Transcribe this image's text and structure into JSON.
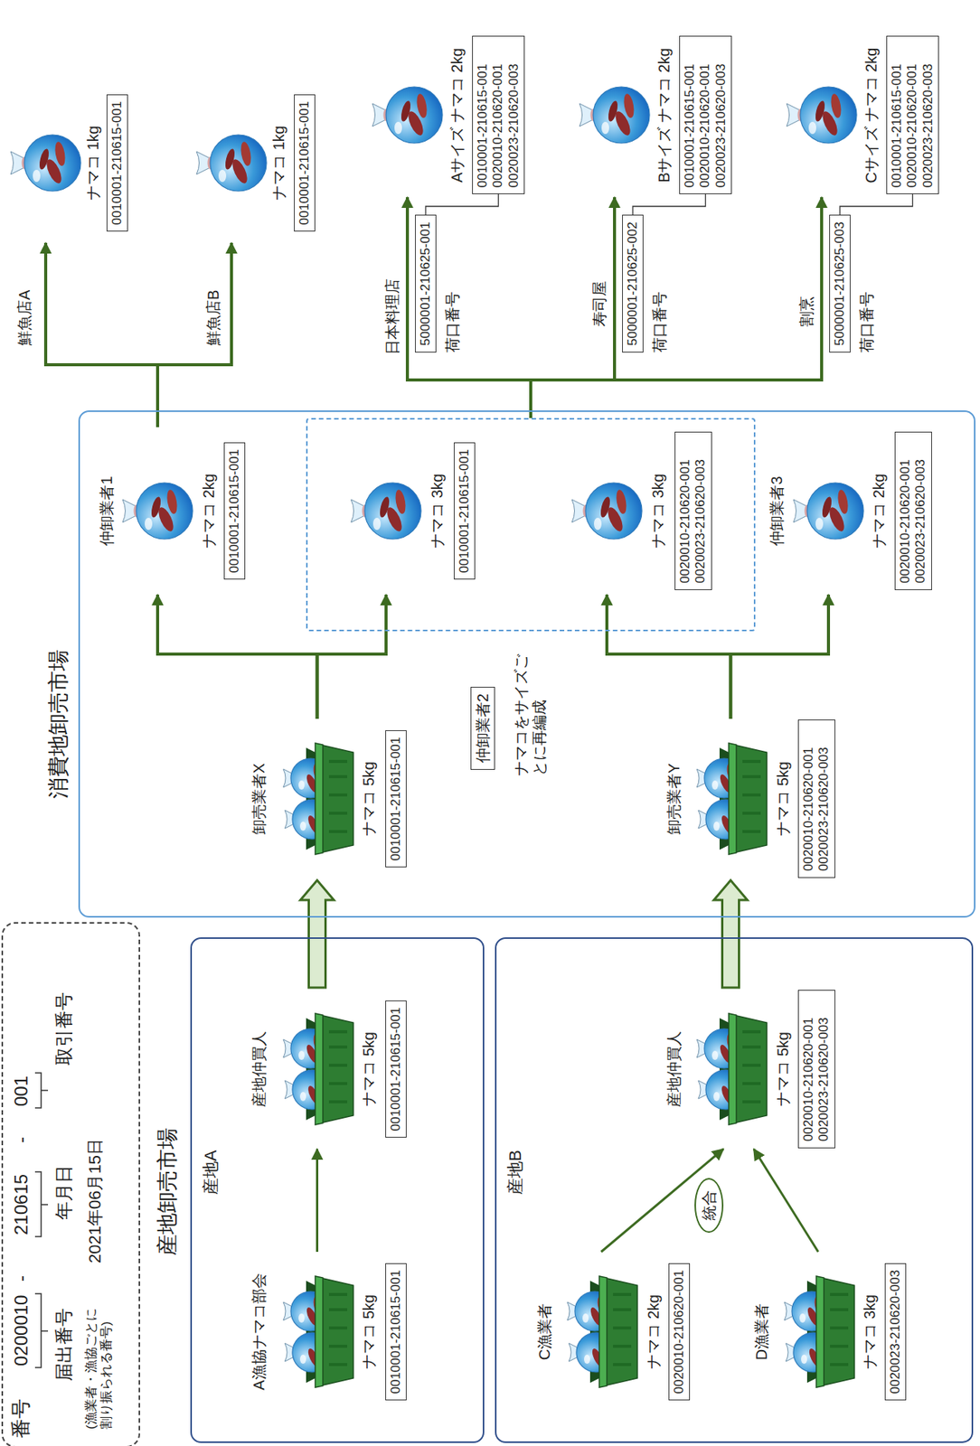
{
  "diagram": {
    "nodes": [
      {
        "text": [
          "番号",
          "0200010",
          "-",
          "210615",
          "-",
          "001",
          "届出番号",
          "(漁業者・漁協ごとに 割り振られる番号)",
          "年月日",
          "2021年06月15日",
          "取引番号"
        ]
      },
      {
        "text": [
          "産地A"
        ]
      },
      {
        "text": [
          "A漁協ナマコ部会",
          "ナマコ 5kg"
        ],
        "in": 1
      },
      {
        "text": [
          "0010001-210615-001"
        ],
        "in": 2
      },
      {
        "text": [
          "産地仲買人",
          "ナマコ 5kg"
        ],
        "in": 1
      },
      {
        "text": [
          "0010001-210615-001"
        ],
        "in": 4
      },
      {
        "text": [
          "産地B"
        ]
      },
      {
        "text": [
          "C漁業者",
          "ナマコ 2kg"
        ],
        "in": 6
      },
      {
        "text": [
          "0020010-210620-001"
        ],
        "in": 7
      },
      {
        "text": [
          "D漁業者",
          "ナマコ 3kg"
        ],
        "in": 6
      },
      {
        "text": [
          "0020023-210620-003"
        ],
        "in": 9
      },
      {
        "text": [
          "統合"
        ],
        "in": 6
      },
      {
        "text": [
          "産地仲買人",
          "ナマコ 5kg"
        ],
        "in": 6
      },
      {
        "text": [
          "0020010-210620-001 0020023-210620-003"
        ],
        "in": 12
      },
      {
        "text": [
          "消費地卸売市場"
        ]
      },
      {
        "text": [
          "卸売業者X",
          "ナマコ 5kg"
        ],
        "in": 14
      },
      {
        "text": [
          "0010001-210615-001"
        ],
        "in": 15
      },
      {
        "text": [
          "卸売業者Y",
          "ナマコ 5kg"
        ],
        "in": 14
      },
      {
        "text": [
          "0020010-210620-001 0020023-210620-003"
        ],
        "in": 17
      },
      {
        "text": [
          "仲卸業者1",
          "ナマコ 2kg"
        ],
        "in": 14
      },
      {
        "text": [
          "0010001-210615-001"
        ],
        "in": 19
      },
      {
        "text": [
          "仲卸業者2",
          "ナマコをサイズごとに再編成"
        ],
        "in": 14
      },
      {
        "text": [
          "ナマコ 3kg"
        ],
        "in": 21
      },
      {
        "text": [
          "0010001-210615-001"
        ],
        "in": 22
      },
      {
        "text": [
          "ナマコ 3kg"
        ],
        "in": 21
      },
      {
        "text": [
          "0020010-210620-001 0020023-210620-003"
        ],
        "in": 24
      },
      {
        "text": [
          "仲卸業者3",
          "ナマコ 2kg"
        ],
        "in": 14
      },
      {
        "text": [
          "0020010-210620-001 0020023-210620-003"
        ],
        "in": 26
      },
      {
        "text": [
          "鮮魚店A",
          "ナマコ 1kg"
        ]
      },
      {
        "text": [
          "0010001-210615-001"
        ],
        "in": 28
      },
      {
        "text": [
          "鮮魚店B",
          "ナマコ 1kg"
        ]
      },
      {
        "text": [
          "0010001-210615-001"
        ],
        "in": 30
      },
      {
        "text": [
          "日本料理店",
          "Aサイズ ナマコ 2kg"
        ]
      },
      {
        "text": [
          "5000001-210625-001",
          "荷口番号"
        ]
      },
      {
        "text": [
          "0010001-210615-001 0020010-210620-001 0020023-210620-003"
        ],
        "in": 32
      },
      {
        "text": [
          "寿司屋",
          "Bサイズ ナマコ 2kg"
        ]
      },
      {
        "text": [
          "5000001-210625-002",
          "荷口番号"
        ]
      },
      {
        "text": [
          "0010001-210615-001 0020010-210620-001 0020023-210620-003"
        ],
        "in": 35
      },
      {
        "text": [
          "割烹",
          "Cサイズ ナマコ 2kg"
        ]
      },
      {
        "text": [
          "5000001-210625-003",
          "荷口番号"
        ]
      },
      {
        "text": [
          "0010001-210615-001 0020010-210620-001 0020023-210620-003"
        ],
        "in": 38
      }
    ],
    "edges": [
      {
        "from": 2,
        "to": 4,
        "arrow": "to"
      },
      {
        "from": 4,
        "to": 15,
        "arrow": "to"
      },
      {
        "from": 7,
        "to": 12,
        "arrow": "to"
      },
      {
        "from": 9,
        "to": 12,
        "arrow": "to"
      },
      {
        "from": 12,
        "to": 17,
        "arrow": "to"
      },
      {
        "from": 15,
        "to": 19,
        "arrow": "to"
      },
      {
        "from": 15,
        "to": 22,
        "arrow": "to"
      },
      {
        "from": 17,
        "to": 24,
        "arrow": "to"
      },
      {
        "from": 17,
        "to": 26,
        "arrow": "to"
      },
      {
        "from": 19,
        "to": 28,
        "arrow": "to"
      },
      {
        "from": 19,
        "to": 30,
        "arrow": "to"
      },
      {
        "from": 21,
        "to": 32,
        "arrow": "to"
      },
      {
        "from": 21,
        "to": 35,
        "arrow": "to"
      },
      {
        "from": 21,
        "to": 38,
        "arrow": "to"
      },
      {
        "from": 33,
        "to": 34,
        "arrow": "none"
      },
      {
        "from": 36,
        "to": 37,
        "arrow": "none"
      },
      {
        "from": 39,
        "to": 40,
        "arrow": "none"
      }
    ],
    "labels": [
      "産地卸売市場"
    ]
  }
}
